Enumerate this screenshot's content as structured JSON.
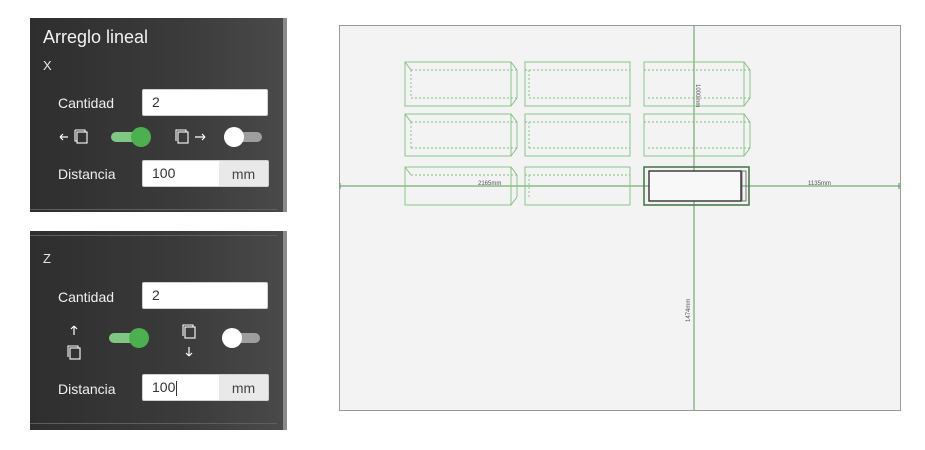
{
  "panel_x": {
    "title": "Arreglo lineal",
    "axis": "X",
    "quantity_label": "Cantidad",
    "quantity_value": "2",
    "distance_label": "Distancia",
    "distance_value": "100",
    "unit": "mm",
    "direction_negative_icon": "arrow-left-copy-icon",
    "direction_positive_icon": "copy-arrow-right-icon",
    "toggle_negative_on": true,
    "toggle_positive_on": false
  },
  "panel_z": {
    "axis": "Z",
    "quantity_label": "Cantidad",
    "quantity_value": "2",
    "distance_label": "Distancia",
    "distance_value": "100",
    "unit": "mm",
    "direction_up_icon": "arrow-up-copy-icon",
    "direction_down_icon": "copy-arrow-down-icon",
    "toggle_up_on": true,
    "toggle_down_on": false
  },
  "viewport": {
    "dim_top": "1000mm",
    "dim_left": "2165mm",
    "dim_right": "1135mm",
    "dim_bottom": "1474mm"
  },
  "colors": {
    "accent_green": "#4caf50",
    "dim_line_green": "#5a9a5a",
    "panel_dark": "#3b3b3b"
  }
}
